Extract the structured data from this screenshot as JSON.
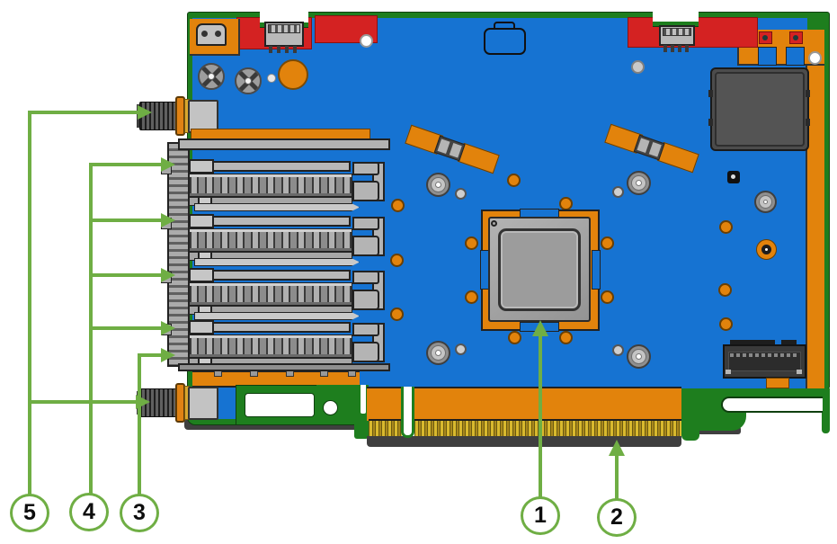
{
  "diagram": {
    "callouts": [
      {
        "label": "1"
      },
      {
        "label": "2"
      },
      {
        "label": "3"
      },
      {
        "label": "4"
      },
      {
        "label": "5"
      }
    ],
    "cage_port_count": 4,
    "colors": {
      "callout_green": "#6FAE44",
      "pcb_green": "#1E7E1E",
      "board_blue": "#1673D2",
      "copper_orange": "#E2830C",
      "component_red": "#D42222",
      "gold_finger": "#D9B92E",
      "component_gray": "#B4B4B4",
      "heatsink_dark": "#4C4C4C"
    }
  }
}
